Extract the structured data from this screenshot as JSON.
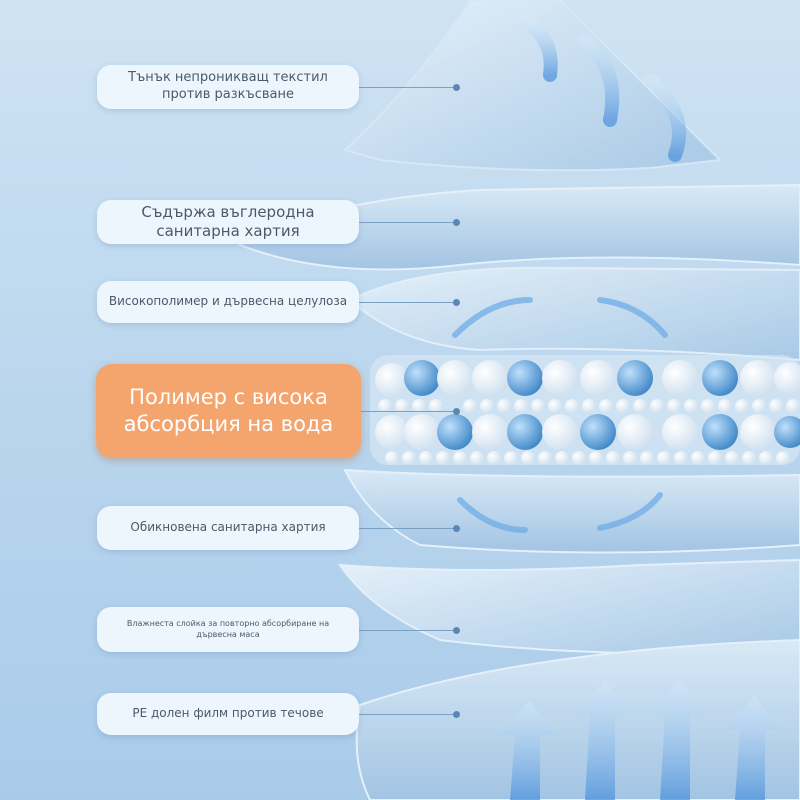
{
  "layers": [
    {
      "id": "top-sheet",
      "text": "Тънък непроникващ текстил против разкъсване"
    },
    {
      "id": "carbon-paper",
      "text": "Съдържа въглеродна санитарна хартия"
    },
    {
      "id": "polymer-pulp",
      "text": "Високополимер и дървесна целулоза"
    },
    {
      "id": "sap-core",
      "text": "Полимер с висока абсорбция на вода"
    },
    {
      "id": "ordinary-paper",
      "text": "Обикновена санитарна хартия"
    },
    {
      "id": "reabsorb-layer",
      "text": "Влажнеста слойка за повторно абсорбиране на дървесна маса"
    },
    {
      "id": "pe-film",
      "text": "PE долен филм против течове"
    }
  ],
  "colors": {
    "background": "#bcd7ee",
    "label_bg": "#eef6fd",
    "highlight_bg": "#f4a56e",
    "bead_white": "#f7fbff",
    "bead_blue": "#5b9bd0",
    "arrow_blue": "#5d9ee0"
  }
}
